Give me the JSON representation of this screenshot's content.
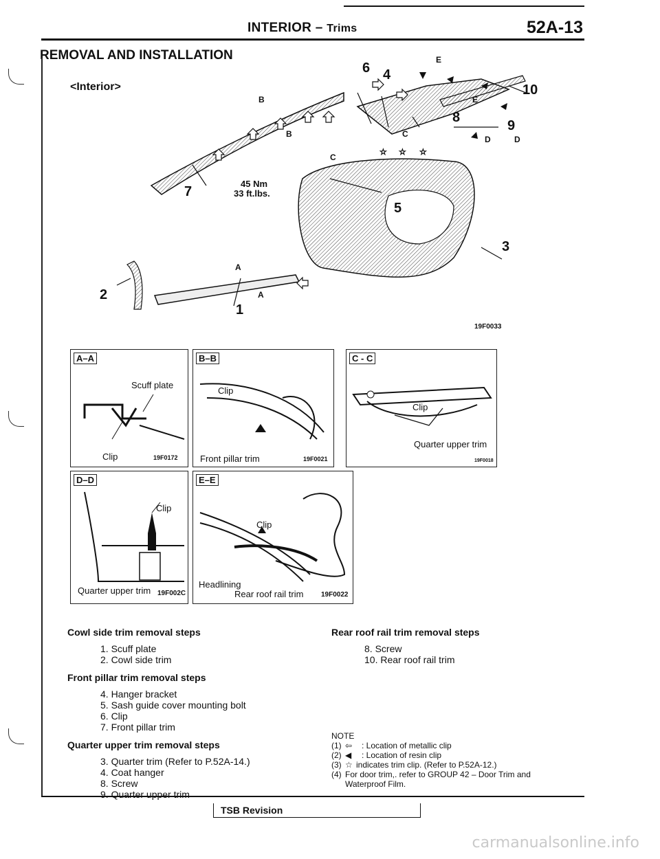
{
  "header": {
    "section": "INTERIOR",
    "dash": "–",
    "subsection": "Trims",
    "page_number": "52A-13"
  },
  "title": "REMOVAL AND INSTALLATION",
  "subtitle": "<Interior>",
  "main_figure": {
    "code": "19F0033",
    "torque_nm": "45 Nm",
    "torque_ftlbs": "33 ft.lbs.",
    "callouts": [
      "1",
      "2",
      "3",
      "4",
      "5",
      "6",
      "7",
      "8",
      "9",
      "10"
    ],
    "section_letters": [
      "A",
      "A",
      "B",
      "B",
      "C",
      "C",
      "D",
      "D",
      "E",
      "E"
    ]
  },
  "detail_panels": [
    {
      "tag": "A–A",
      "labels": [
        "Scuff plate",
        "Clip"
      ],
      "code": "19F0172"
    },
    {
      "tag": "B–B",
      "labels": [
        "Clip",
        "Front pillar trim"
      ],
      "code": "19F0021"
    },
    {
      "tag": "C - C",
      "labels": [
        "Clip",
        "Quarter upper trim"
      ],
      "code": "19F0018"
    },
    {
      "tag": "D–D",
      "labels": [
        "Clip",
        "Quarter upper trim"
      ],
      "code": "19F002C"
    },
    {
      "tag": "E–E",
      "labels": [
        "Clip",
        "Headlining",
        "Rear roof rail trim"
      ],
      "code": "19F0022"
    }
  ],
  "steps_left": [
    {
      "heading": "Cowl side trim removal steps",
      "items": [
        "1. Scuff plate",
        "2. Cowl side trim"
      ]
    },
    {
      "heading": "Front pillar trim removal steps",
      "items": [
        "4. Hanger bracket",
        "5. Sash guide cover mounting bolt",
        "6. Clip",
        "7. Front pillar trim"
      ]
    },
    {
      "heading": "Quarter upper trim removal steps",
      "items": [
        "3. Quarter trim (Refer to P.52A-14.)",
        "4. Coat hanger",
        "8. Screw",
        "9. Quarter upper trim"
      ]
    }
  ],
  "steps_right": [
    {
      "heading": "Rear roof rail trim removal steps",
      "items": [
        "8. Screw",
        "10. Rear roof rail trim"
      ]
    }
  ],
  "notes": {
    "heading": "NOTE",
    "items": [
      {
        "num": "(1)",
        "sym": "⇦",
        "text": ": Location of metallic clip"
      },
      {
        "num": "(2)",
        "sym": "◀",
        "text": ": Location of resin clip"
      },
      {
        "num": "(3)",
        "sym": "☆",
        "text": "indicates trim clip. (Refer to P.52A-12.)"
      },
      {
        "num": "(4)",
        "sym": "",
        "text": "For door trim,. refer to GROUP 42 – Door Trim and Waterproof Film."
      }
    ]
  },
  "footer": {
    "tsb": "TSB Revision"
  },
  "watermark": "carmanualsonline.info"
}
